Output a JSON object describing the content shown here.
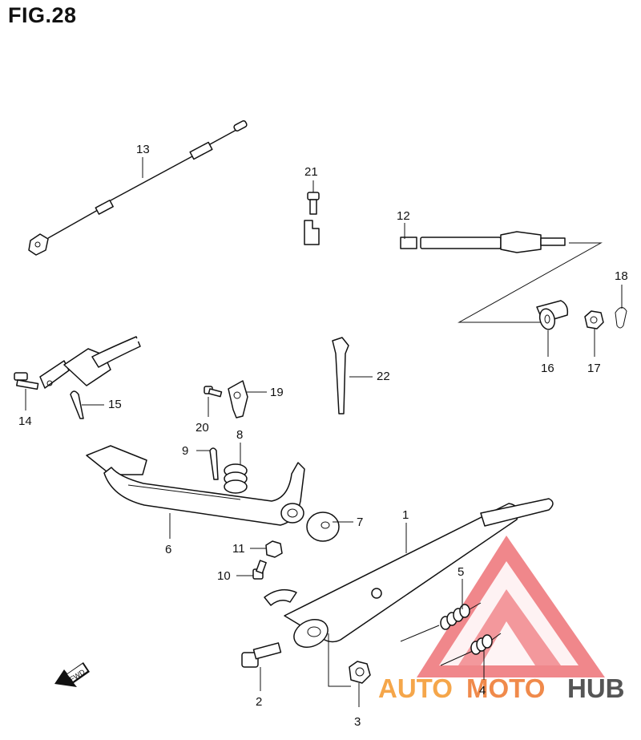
{
  "figure": {
    "title": "FIG.28"
  },
  "labels": {
    "p1": "1",
    "p2": "2",
    "p3": "3",
    "p4": "4",
    "p5": "5",
    "p6": "6",
    "p7": "7",
    "p8": "8",
    "p9": "9",
    "p10": "10",
    "p11": "11",
    "p12": "12",
    "p13": "13",
    "p14": "14",
    "p15": "15",
    "p16": "16",
    "p17": "17",
    "p18": "18",
    "p19": "19",
    "p20": "20",
    "p21": "21",
    "p22": "22"
  },
  "direction": {
    "text": "FWD"
  },
  "watermark": {
    "part1": "AUTO",
    "part2": "MOTO",
    "part3": "HUB",
    "color_primary": "#e8434a",
    "color_secondary": "#f5a64a",
    "color_dark": "#555555"
  }
}
